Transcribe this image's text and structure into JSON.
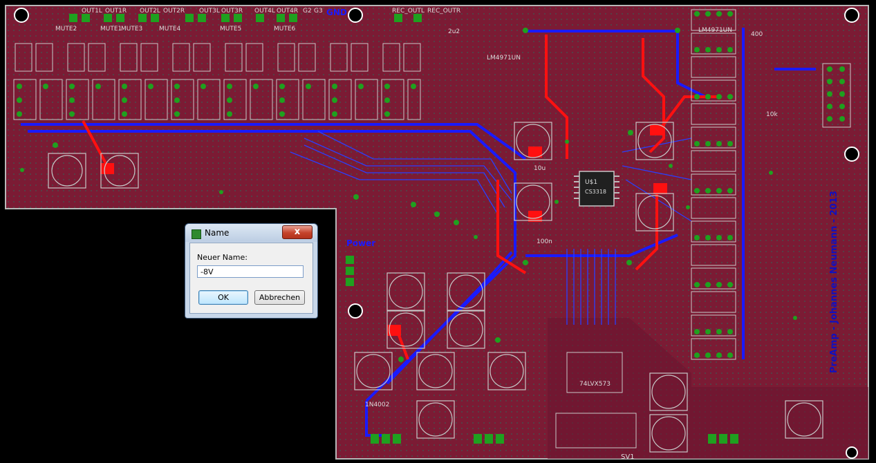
{
  "board": {
    "labels_top": [
      "OUT1L",
      "OUT1R",
      "OUT2L",
      "OUT2R",
      "OUT3L",
      "OUT3R",
      "OUT4L",
      "OUT4R",
      "G2",
      "G3",
      "GND",
      "REC_OUTL",
      "REC_OUTR"
    ],
    "mute_labels": [
      "MUTE2",
      "MUTE1",
      "MUTE3",
      "MUTE4",
      "MUTE5",
      "MUTE6"
    ],
    "chip_main": "U$1",
    "chip_main_sub": "CS3318",
    "chip_latch": "74LVX573",
    "op_amp_label": "LM4971UN",
    "credit": "PreAmp - Johannes Neumann - 2013",
    "power_label": "Power",
    "connector_label": "SV1",
    "cap_value_10u": "10u",
    "cap_value_100n": "100n",
    "res_value_400": "400",
    "diode_label": "1N4002",
    "label_2u2": "2u2",
    "label_10k": "10k",
    "colors": {
      "board": "#7b1b34",
      "top_trace": "#ff1010",
      "bottom_trace": "#1a1aff",
      "pad": "#1fa01f"
    }
  },
  "dialog": {
    "title": "Name",
    "close_label": "x",
    "field_label": "Neuer Name:",
    "field_value": "-8V",
    "ok_label": "OK",
    "cancel_label": "Abbrechen"
  }
}
